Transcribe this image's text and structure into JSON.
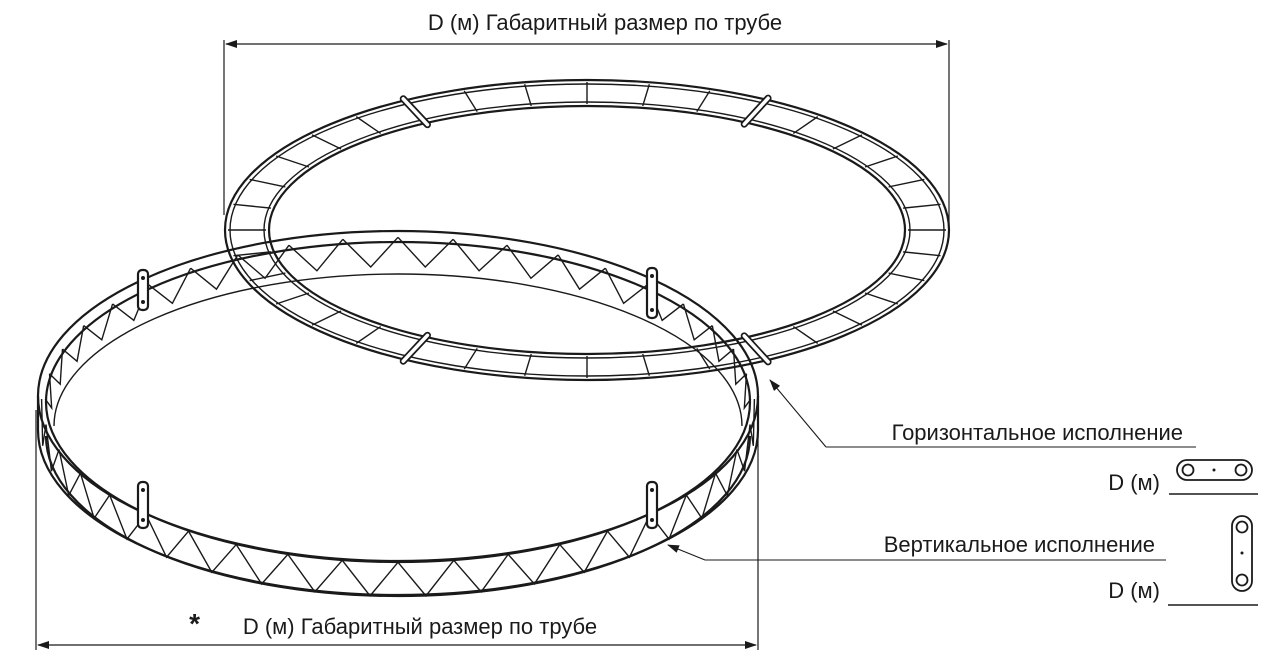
{
  "labels": {
    "top_dimension": "D (м)  Габаритный размер по трубе",
    "bottom_asterisk": "*",
    "bottom_dimension": "D (м)  Габаритный размер по трубе",
    "horizontal_version": "Горизонтальное исполнение",
    "vertical_version": "Вертикальное исполнение",
    "horizontal_d": "D (м)",
    "vertical_d": "D (м)"
  },
  "colors": {
    "line": "#1a1a1a",
    "background": "#ffffff"
  }
}
